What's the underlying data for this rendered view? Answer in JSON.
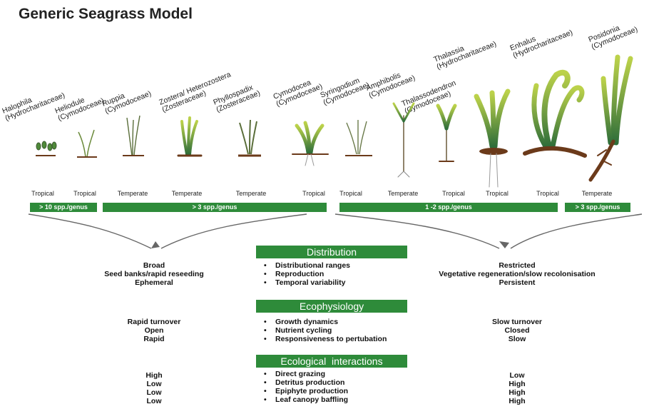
{
  "title": "Generic Seagrass Model",
  "genera": [
    {
      "name": "Halophila",
      "family": "(Hydrocharitaceae)"
    },
    {
      "name": "Heliodule",
      "family": "(Cymodoceae)"
    },
    {
      "name": "Ruppia",
      "family": "(Cymodoceae)"
    },
    {
      "name": "Zostera/ Heterozostera",
      "family": "(Zosteraceae)"
    },
    {
      "name": "Phyllospadix",
      "family": "(Zosteraceae)"
    },
    {
      "name": "Cymodocea",
      "family": "(Cymodoceae)"
    },
    {
      "name": "Syringodium",
      "family": "(Cymodoceae)"
    },
    {
      "name": "Amphibolis",
      "family": "(Cymodoceae)"
    },
    {
      "name": "Thalassodendron",
      "family": "(Cymodoceae)"
    },
    {
      "name": "Thalassia",
      "family": "(Hydrocharitaceae)"
    },
    {
      "name": "Enhalus",
      "family": "(Hydrocharitaceae)"
    },
    {
      "name": "Posidonia",
      "family": "(Cymodoceae)"
    }
  ],
  "climates": [
    "Tropical",
    "Tropical",
    "Temperate",
    "Temperate",
    "Temperate",
    "Tropical",
    "Tropical",
    "Temperate",
    "Tropical",
    "Tropical",
    "Tropical",
    "Temperate"
  ],
  "bars": [
    "> 10 spp./genus",
    "> 3 spp./genus",
    "1 -2 spp./genus",
    "> 3 spp./genus"
  ],
  "sections": [
    {
      "header": "Distribution",
      "left": [
        "Broad",
        "Seed banks/rapid reseeding",
        "Ephemeral"
      ],
      "mid": [
        "Distributional ranges",
        "Reproduction",
        "Temporal variability"
      ],
      "right": [
        "Restricted",
        "Vegetative regeneration/slow recolonisation",
        "Persistent"
      ]
    },
    {
      "header": "Ecophysiology",
      "left": [
        "Rapid turnover",
        "Open",
        "Rapid"
      ],
      "mid": [
        "Growth dynamics",
        "Nutrient cycling",
        "Responsiveness to pertubation"
      ],
      "right": [
        "Slow turnover",
        "Closed",
        "Slow"
      ]
    },
    {
      "header": "Ecological  interactions",
      "left": [
        "High",
        "Low",
        "Low",
        "Low"
      ],
      "mid": [
        "Direct grazing",
        "Detritus production",
        "Epiphyte production",
        "Leaf canopy baffling"
      ],
      "right": [
        "Low",
        "High",
        "High",
        "High"
      ]
    }
  ],
  "colors": {
    "green": "#2e8b3a",
    "leaf": "#6a9a3a",
    "leafTip": "#b8d048",
    "root": "#6b3a1a"
  }
}
